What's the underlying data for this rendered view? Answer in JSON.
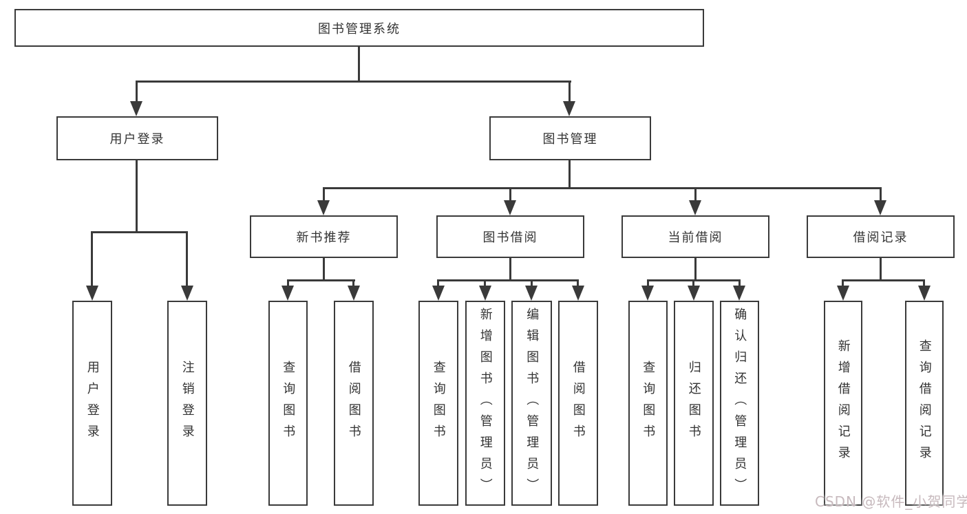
{
  "colors": {
    "line": "#3a3a3a",
    "text": "#333333",
    "watermark": "#c7b9bd",
    "canvas_bg": "#ffffff"
  },
  "watermark": {
    "text": "CSDN @软件_小贺同学"
  },
  "diagram": {
    "root": "图书管理系统",
    "level2": {
      "user_login": "用户登录",
      "book_management": "图书管理"
    },
    "level3": {
      "new_book_recommend": "新书推荐",
      "book_borrow": "图书借阅",
      "current_borrow": "当前借阅",
      "borrow_record": "借阅记录"
    },
    "leaf": {
      "user_login": "用户登录",
      "logout": "注销登录",
      "recommend_query": "查询图书",
      "recommend_borrow": "借阅图书",
      "borrow_query": "查询图书",
      "borrow_add": "新增图书（管理员）",
      "borrow_edit": "编辑图书（管理员）",
      "borrow_borrow": "借阅图书",
      "current_query": "查询图书",
      "current_return": "归还图书",
      "current_confirm": "确认归还（管理员）",
      "record_add": "新增借阅记录",
      "record_query": "查询借阅记录"
    }
  }
}
